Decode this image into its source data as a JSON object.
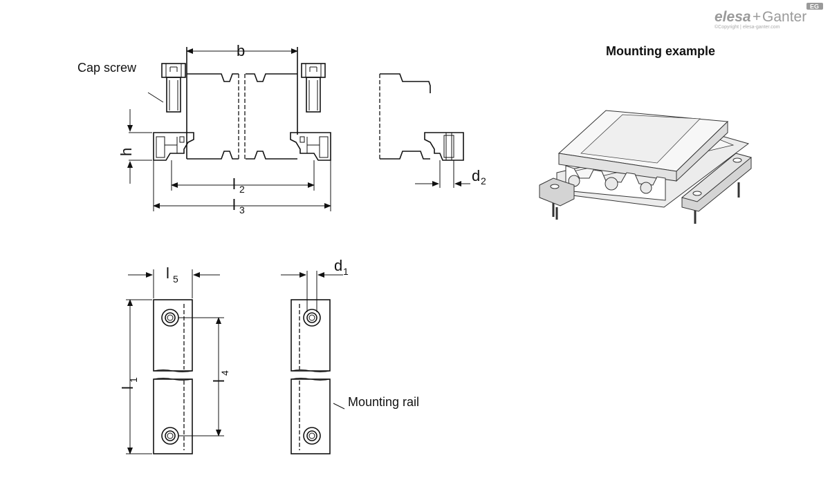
{
  "logo": {
    "brand_part1": "elesa",
    "brand_plus": "+",
    "brand_part2": "Ganter",
    "badge": "EG",
    "copyright": "©Copyright | elesa-ganter.com"
  },
  "labels": {
    "cap_screw": "Cap screw",
    "mounting_rail": "Mounting rail",
    "mounting_example": "Mounting example"
  },
  "dimensions": {
    "b": "b",
    "h": "h",
    "l": "l",
    "l2_sub": "2",
    "l3_sub": "3",
    "l1_sub": "1",
    "l4_sub": "4",
    "l5_sub": "5",
    "d": "d",
    "d1_sub": "1",
    "d2_sub": "2"
  }
}
